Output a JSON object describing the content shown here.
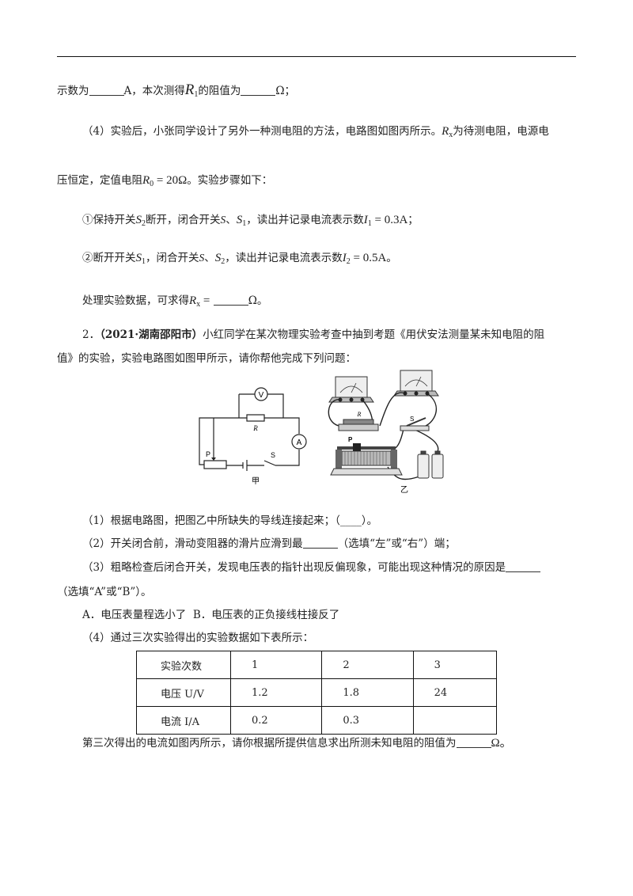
{
  "line1": {
    "a": "示数为",
    "b": "A，本次测得",
    "c": "的阻值为",
    "d": "Ω；",
    "r1": "R",
    "r1sub": "1"
  },
  "part4": {
    "a": "（4）实验后，小张同学设计了另外一种测电阻的方法，电路图如图丙所示。",
    "rx": "R",
    "rxsub": "x",
    "b": "为待测电阻，电源电",
    "c": "压恒定，定值电阻",
    "r0": "R",
    "r0sub": "0",
    "r0val": " = 20Ω",
    "d": "。实验步骤如下："
  },
  "step1": {
    "a": "①保持开关",
    "s2": "S",
    "s2sub": "2",
    "b": "断开，闭合开关",
    "s": "S",
    "c": "、",
    "s1": "S",
    "s1sub": "1",
    "d": "，读出并记录电流表示数",
    "i1": "I",
    "i1sub": "1",
    "i1val": " = 0.3A",
    "e": "；"
  },
  "step2": {
    "a": "②断开开关",
    "s1": "S",
    "s1sub": "1",
    "b": "，闭合开关",
    "s": "S",
    "c": "、",
    "s2": "S",
    "s2sub": "2",
    "d": "，读出并记录电流表示数",
    "i2": "I",
    "i2sub": "2",
    "i2val": " = 0.5A",
    "e": "。"
  },
  "process": {
    "a": "处理实验数据，可求得",
    "rx": "R",
    "rxsub": "x",
    "eq": " =",
    "b": "Ω。"
  },
  "q2": {
    "num": "2．",
    "source": "（2021·湖南邵阳市）",
    "text1": "小红同学在某次物理实验考查中抽到考题《用伏安法测量某未知电阻的阻",
    "text2": "值》的实验，实验电路图如图甲所示，请你帮他完成下列问题："
  },
  "figure": {
    "jia_label": "甲",
    "yi_label": "乙",
    "v": "V",
    "a": "A",
    "r": "R",
    "p": "P",
    "s": "S",
    "r2": "R",
    "s2": "S",
    "p2": "P"
  },
  "sub_q": {
    "q1": "（1）根据电路图，把图乙中所缺失的导线连接起来；（____）。",
    "q2a": "（2）开关闭合前，滑动变阻器的滑片应滑到最",
    "q2b": "（选填“左”或“右”）端；",
    "q3a": "（3）粗略检查后闭合开关，发现电压表的指针出现反偏现象，可能出现这种情况的原因是",
    "q3b": "（选填“A”或“B”）。",
    "optA": "A．电压表量程选小了",
    "optB": "B．电压表的正负接线柱接反了",
    "q4": "（4）通过三次实验得出的实验数据如下表所示："
  },
  "table": {
    "rows": [
      [
        "实验次数",
        "1",
        "2",
        "3"
      ],
      [
        "电压 U/V",
        "1.2",
        "1.8",
        "24"
      ],
      [
        "电流 I/A",
        "0.2",
        "0.3",
        ""
      ]
    ]
  },
  "last": {
    "a": "第三次得出的电流如图丙所示，请你根据所提供信息求出所测未知电阻的阻值为",
    "b": "Ω。"
  }
}
